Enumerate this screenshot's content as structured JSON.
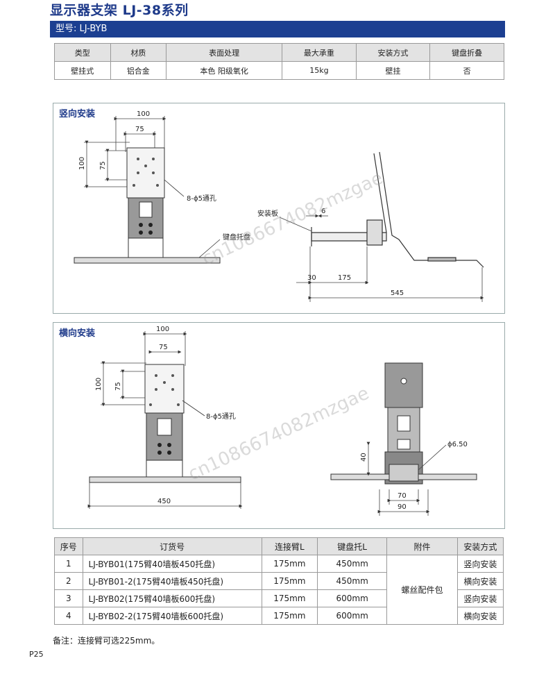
{
  "header": {
    "title": "显示器支架  LJ-38系列",
    "model": "型号: LJ-BYB"
  },
  "spec": {
    "headers": [
      "类型",
      "材质",
      "表面处理",
      "最大承重",
      "安装方式",
      "键盘折叠"
    ],
    "values": [
      "壁挂式",
      "铝合金",
      "本色 阳级氧化",
      "15kg",
      "壁挂",
      "否"
    ]
  },
  "vertical": {
    "title": "竖向安装",
    "dim_100": "100",
    "dim_75": "75",
    "dim_100v": "100",
    "dim_75v": "75",
    "hole_label": "8-ϕ5通孔",
    "tray_label": "键盘托盘",
    "plate_label": "安装板",
    "dim_6": "6",
    "dim_30": "30",
    "dim_175": "175",
    "dim_545": "545"
  },
  "horizontal": {
    "title": "横向安装",
    "dim_100": "100",
    "dim_75": "75",
    "dim_100v": "100",
    "dim_75v": "75",
    "hole_label": "8-ϕ5通孔",
    "dim_450": "450",
    "dia_label": "ϕ6.50",
    "dim_40": "40",
    "dim_70": "70",
    "dim_90": "90"
  },
  "order": {
    "headers": [
      "序号",
      "订货号",
      "连接臂L",
      "键盘托L",
      "附件",
      "安装方式"
    ],
    "rows": [
      {
        "no": "1",
        "code": "LJ-BYB01(175臂40墙板450托盘)",
        "arm": "175mm",
        "tray": "450mm",
        "mount": "竖向安装"
      },
      {
        "no": "2",
        "code": "LJ-BYB01-2(175臂40墙板450托盘)",
        "arm": "175mm",
        "tray": "450mm",
        "mount": "横向安装"
      },
      {
        "no": "3",
        "code": "LJ-BYB02(175臂40墙板600托盘)",
        "arm": "175mm",
        "tray": "600mm",
        "mount": "竖向安装"
      },
      {
        "no": "4",
        "code": "LJ-BYB02-2(175臂40墙板600托盘)",
        "arm": "175mm",
        "tray": "600mm",
        "mount": "横向安装"
      }
    ],
    "accessory": "螺丝配件包"
  },
  "note": "备注：连接臂可选225mm。",
  "page": "P25",
  "watermark": "cn1086674082mzgae"
}
